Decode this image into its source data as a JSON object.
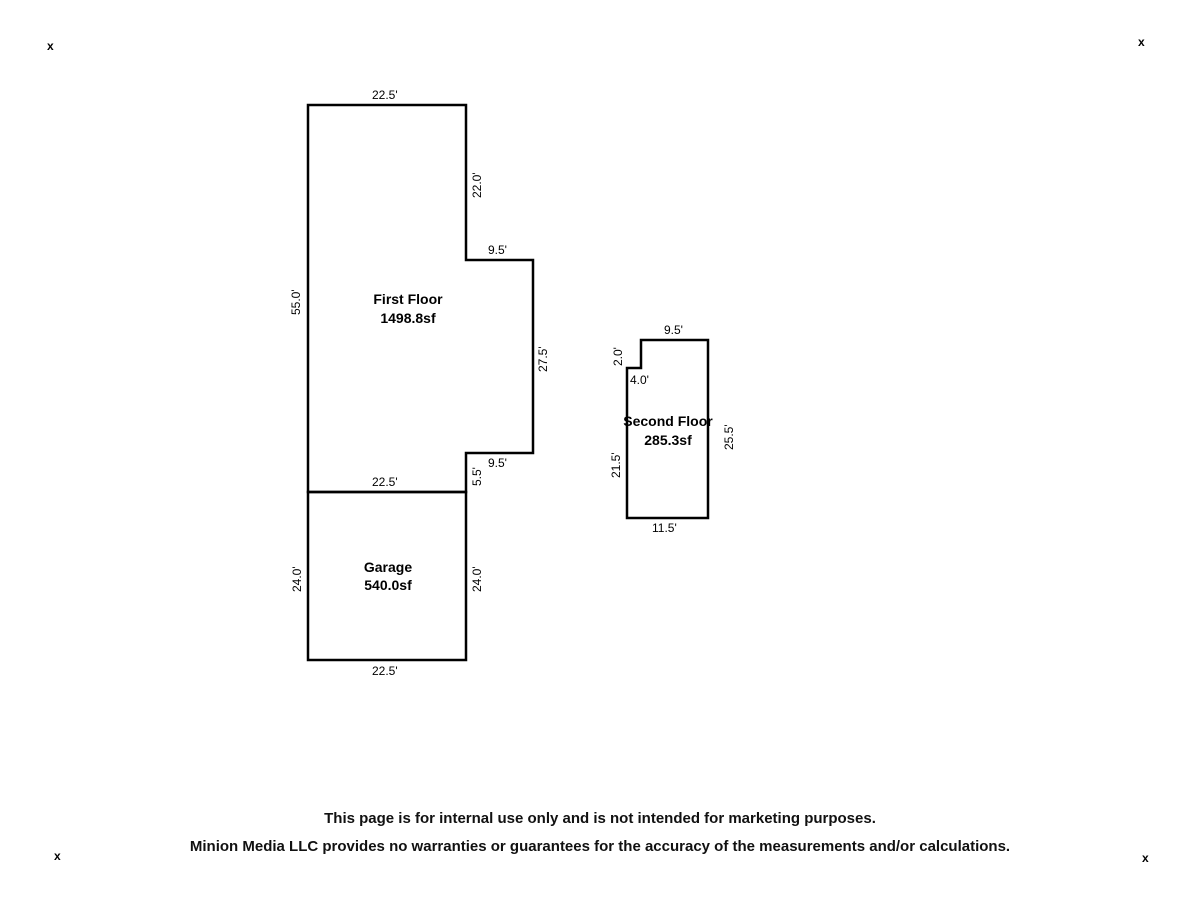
{
  "corner_marks": [
    "x",
    "x",
    "x",
    "x"
  ],
  "first_floor": {
    "name": "First Floor",
    "area": "1498.8sf",
    "dims": {
      "top": "22.5'",
      "right_upper": "22.0'",
      "step_top": "9.5'",
      "right_mid": "27.5'",
      "step_bottom": "9.5'",
      "right_lower": "5.5'",
      "left": "55.0'",
      "bottom": "22.5'"
    }
  },
  "garage": {
    "name": "Garage",
    "area": "540.0sf",
    "dims": {
      "left": "24.0'",
      "right": "24.0'",
      "bottom": "22.5'"
    }
  },
  "second_floor": {
    "name": "Second Floor",
    "area": "285.3sf",
    "dims": {
      "top": "9.5'",
      "notch_a": "2.0'",
      "notch_b": "4.0'",
      "left": "21.5'",
      "right": "25.5'",
      "bottom": "11.5'"
    }
  },
  "footer": {
    "line1": "This page is for internal use only and is not intended for marketing purposes.",
    "line2": "Minion Media LLC provides no warranties or guarantees for the accuracy of the measurements and/or calculations."
  }
}
